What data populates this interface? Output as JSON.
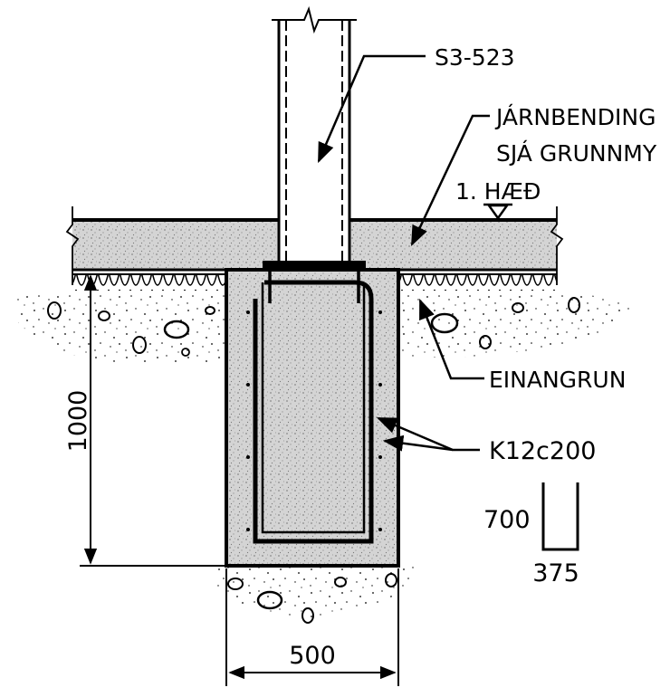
{
  "labels": {
    "column_id": "S3-523",
    "rebar_note_line1": "JÁRNBENDING",
    "rebar_note_line2": "SJÁ GRUNNMY",
    "floor_level": "1. HÆÐ",
    "insulation": "EINANGRUN",
    "stirrup": "K12c200"
  },
  "dimensions": {
    "footing_depth": "1000",
    "footing_width": "500",
    "stirrup_height": "700",
    "stirrup_width": "375"
  }
}
